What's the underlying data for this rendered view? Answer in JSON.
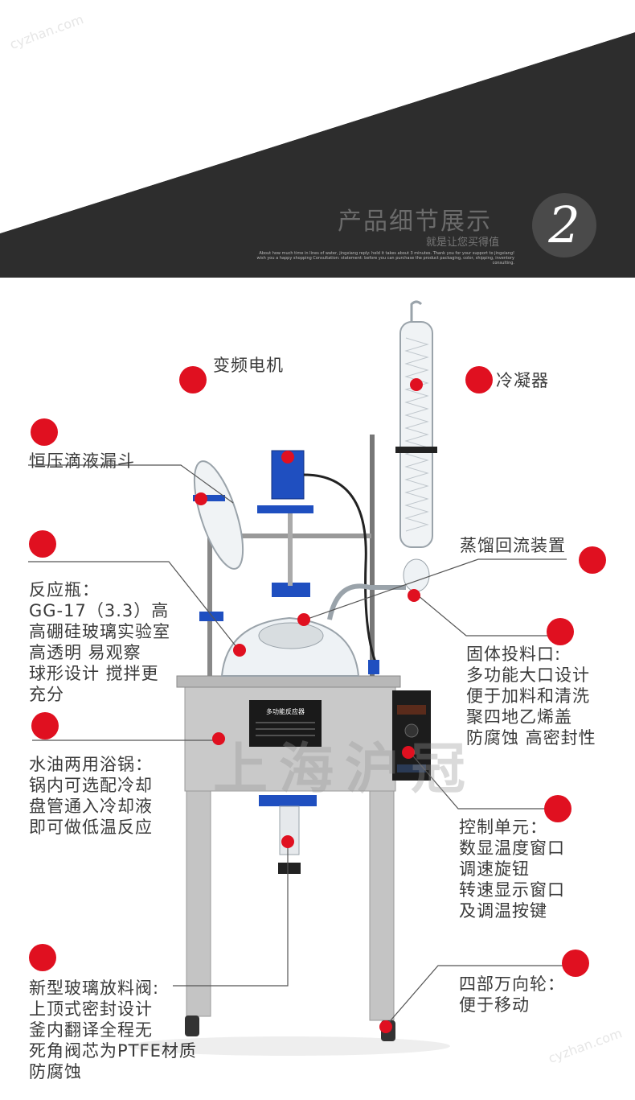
{
  "header": {
    "title": "产品细节展示",
    "subtitle": "就是让您买得值",
    "number": "2",
    "english_line1": "About how much time in lines of water, jingxiang reply: held it takes about 3 minutes. Thank you for your support to jingxiang!",
    "english_line2": "wish you a happy shopping Consultation: statement: before you can purchase the product packaging, color, shipping, inventory consulting."
  },
  "watermark": "cyzhan.com",
  "stamp": "上海沪冠",
  "nameplate": "多功能反应器",
  "labels": {
    "motor": "变频电机",
    "condenser": "冷凝器",
    "funnel": "恒压滴液漏斗",
    "reflux": "蒸馏回流装置",
    "flask": [
      "反应瓶：",
      "GG-17（3.3）高",
      "高硼硅玻璃实验室",
      "高透明 易观察",
      "球形设计 搅拌更",
      "充分"
    ],
    "feed_port": [
      "固体投料口:",
      "多功能大口设计",
      "便于加料和清洗",
      "聚四地乙烯盖",
      "防腐蚀 高密封性"
    ],
    "bath": [
      "水油两用浴锅：",
      "锅内可选配冷却",
      "盘管通入冷却液",
      "即可做低温反应"
    ],
    "control": [
      "控制单元：",
      "数显温度窗口",
      "调速旋钮",
      "转速显示窗口",
      "及调温按键"
    ],
    "valve": [
      "新型玻璃放料阀:",
      "上顶式密封设计",
      "釜内翻译全程无",
      "死角阀芯为PTFE材质",
      "防腐蚀"
    ],
    "wheels": [
      "四部万向轮：",
      "便于移动"
    ]
  },
  "colors": {
    "dot": "#e01020",
    "banner": "#2d2d2d",
    "frame": "#c8c8c8",
    "blue": "#1f4fc0"
  }
}
